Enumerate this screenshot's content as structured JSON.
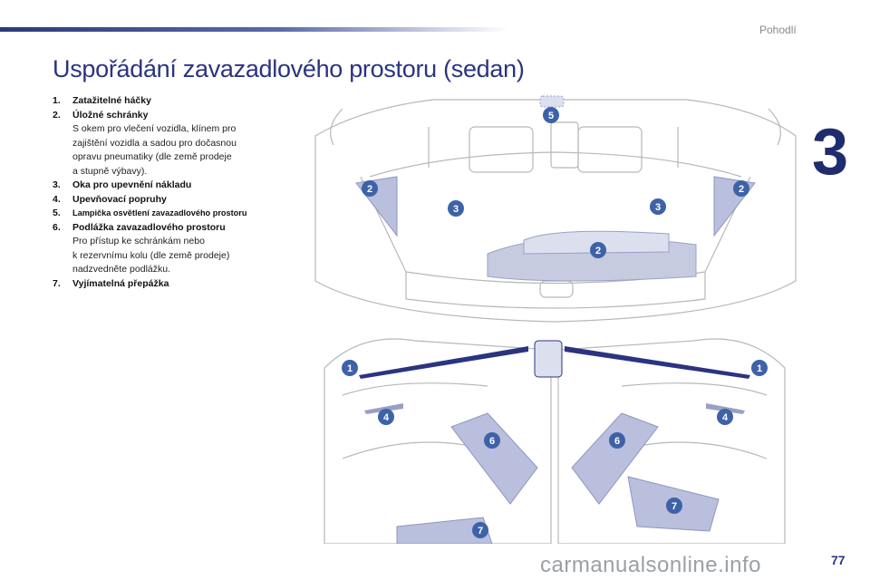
{
  "header": {
    "section": "Pohodlí",
    "chapter": "3"
  },
  "title": "Uspořádání zavazadlového prostoru (sedan)",
  "legend": [
    {
      "num": "1.",
      "label": "Zatažitelné háčky",
      "desc": []
    },
    {
      "num": "2.",
      "label": "Úložné schránky",
      "desc": [
        "S okem pro vlečení vozidla, klínem pro",
        "zajištění vozidla a sadou pro dočasnou",
        "opravu pneumatiky (dle země prodeje",
        "a stupně výbavy)."
      ]
    },
    {
      "num": "3.",
      "label": "Oka pro upevnění nákladu",
      "desc": []
    },
    {
      "num": "4.",
      "label": "Upevňovací popruhy",
      "desc": []
    },
    {
      "num": "5.",
      "label": "Lampička osvětlení zavazadlového prostoru",
      "desc": []
    },
    {
      "num": "6.",
      "label": "Podlážka zavazadlového prostoru",
      "desc": [
        "Pro přístup ke schránkám nebo",
        "k rezervnímu kolu (dle země prodeje)",
        "nadzvedněte podlážku."
      ]
    },
    {
      "num": "7.",
      "label": "Vyjímatelná přepážka",
      "desc": []
    }
  ],
  "callouts": {
    "top": [
      "5",
      "2",
      "2",
      "3",
      "3",
      "2"
    ],
    "bottom": [
      "1",
      "1",
      "4",
      "4",
      "6",
      "6",
      "7",
      "7"
    ]
  },
  "footer": {
    "page": "77",
    "watermark": "carmanualsonline.info"
  },
  "colors": {
    "accent": "#2b3480",
    "badge": "#3e62a8",
    "panel": "#b9bfdc"
  }
}
